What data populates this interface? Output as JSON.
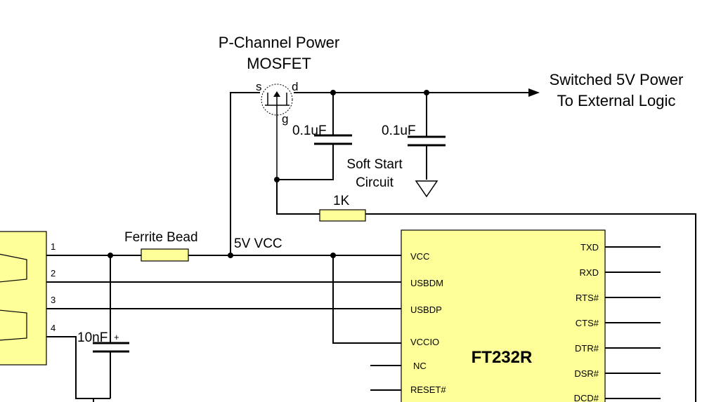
{
  "labels": {
    "mosfet_title_line1": "P-Channel Power",
    "mosfet_title_line2": "MOSFET",
    "mosfet_s": "s",
    "mosfet_d": "d",
    "mosfet_g": "g",
    "output_line1": "Switched 5V Power",
    "output_line2": "To External Logic",
    "cap1": "0.1uF",
    "cap2": "0.1uF",
    "soft_start_line1": "Soft Start",
    "soft_start_line2": "Circuit",
    "resistor": "1K",
    "ferrite": "Ferrite Bead",
    "vcc_net": "5V VCC",
    "cap_10nf": "10nF",
    "cap_10nf_plus": "+",
    "conn_pin1": "1",
    "conn_pin2": "2",
    "conn_pin3": "3",
    "conn_pin4": "4"
  },
  "chip": {
    "name": "FT232R",
    "left_pins": [
      "VCC",
      "USBDM",
      "USBDP",
      "VCCIO",
      "NC",
      "RESET#"
    ],
    "right_pins": [
      "TXD",
      "RXD",
      "RTS#",
      "CTS#",
      "DTR#",
      "DSR#",
      "DCD#"
    ]
  },
  "colors": {
    "component_fill": "#ffff99",
    "wire": "#000000"
  }
}
